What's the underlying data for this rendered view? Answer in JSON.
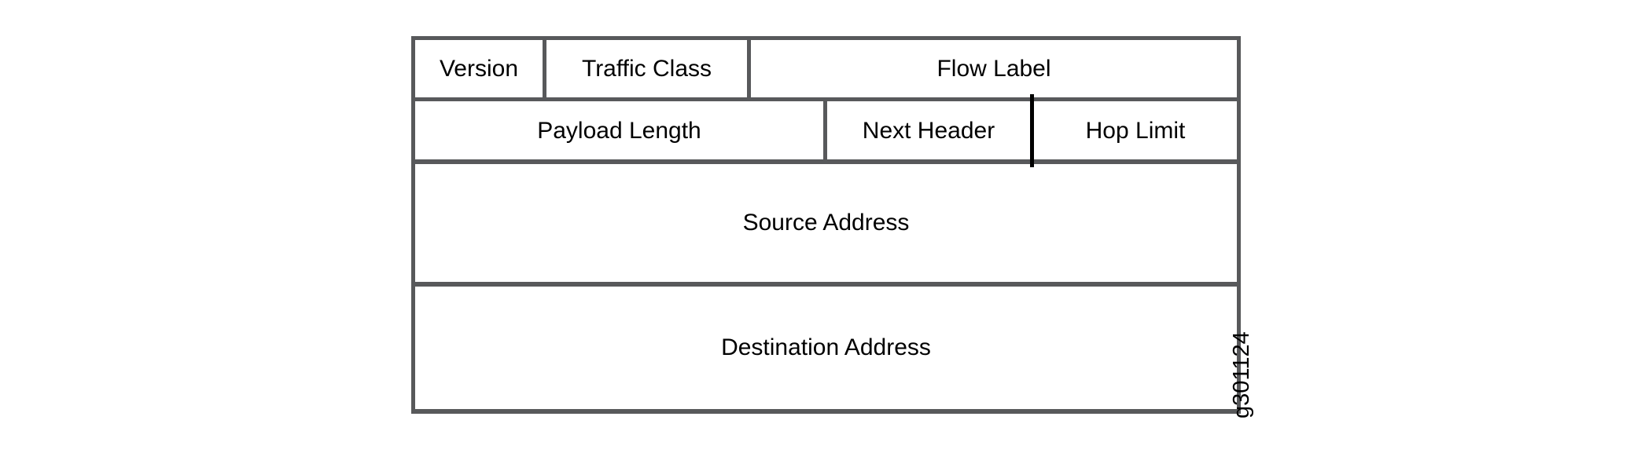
{
  "diagram": {
    "description": "packet-header-field-layout",
    "rows": [
      {
        "cells": [
          {
            "label": "Version"
          },
          {
            "label": "Traffic Class"
          },
          {
            "label": "Flow Label"
          }
        ]
      },
      {
        "cells": [
          {
            "label": "Payload Length"
          },
          {
            "label": "Next Header"
          },
          {
            "label": "Hop Limit"
          }
        ]
      },
      {
        "cells": [
          {
            "label": "Source Address"
          }
        ]
      },
      {
        "cells": [
          {
            "label": "Destination Address"
          }
        ]
      }
    ],
    "colors": {
      "background": "#ffffff",
      "border_gray": "#58595b",
      "divider_black": "#000000",
      "text": "#000000"
    }
  },
  "figure_id": "g301124"
}
